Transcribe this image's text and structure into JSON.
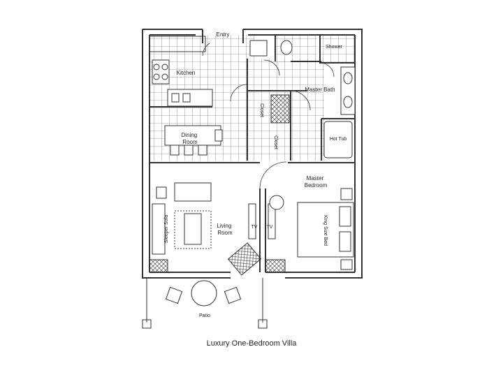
{
  "plan": {
    "caption": "Luxury One-Bedroom Villa",
    "rooms": {
      "entry": "Entry",
      "kitchen": "Kitchen",
      "shower": "Shower",
      "master_bath": "Master Bath",
      "closet_1": "Closet",
      "closet_2": "Closet",
      "dining_line1": "Dining",
      "dining_line2": "Room",
      "hot_tub": "Hot Tub",
      "master_bedroom_line1": "Master",
      "master_bedroom_line2": "Bedroom",
      "king_size_bed": "King Size Bed",
      "sleeper_sofa": "Sleeper Sofa",
      "living_line1": "Living",
      "living_line2": "Room",
      "tv_1": "TV",
      "tv_2": "TV",
      "patio": "Patio"
    }
  }
}
